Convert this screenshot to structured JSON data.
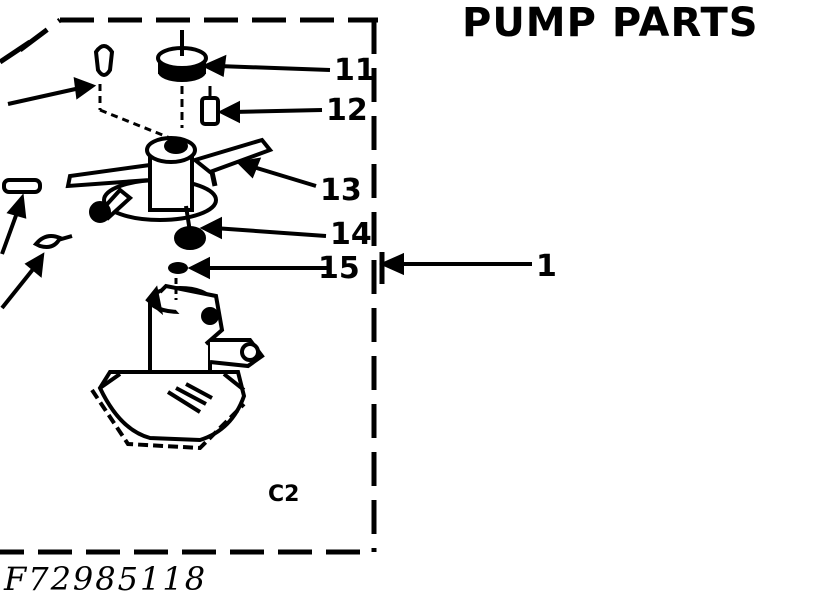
{
  "title": "PUMP PARTS",
  "callouts": [
    {
      "id": "11",
      "label": "11"
    },
    {
      "id": "12",
      "label": "12"
    },
    {
      "id": "13",
      "label": "13"
    },
    {
      "id": "14",
      "label": "14"
    },
    {
      "id": "15",
      "label": "15"
    },
    {
      "id": "1",
      "label": "1"
    }
  ],
  "section_code": "C2",
  "figure_code": "F72985118"
}
